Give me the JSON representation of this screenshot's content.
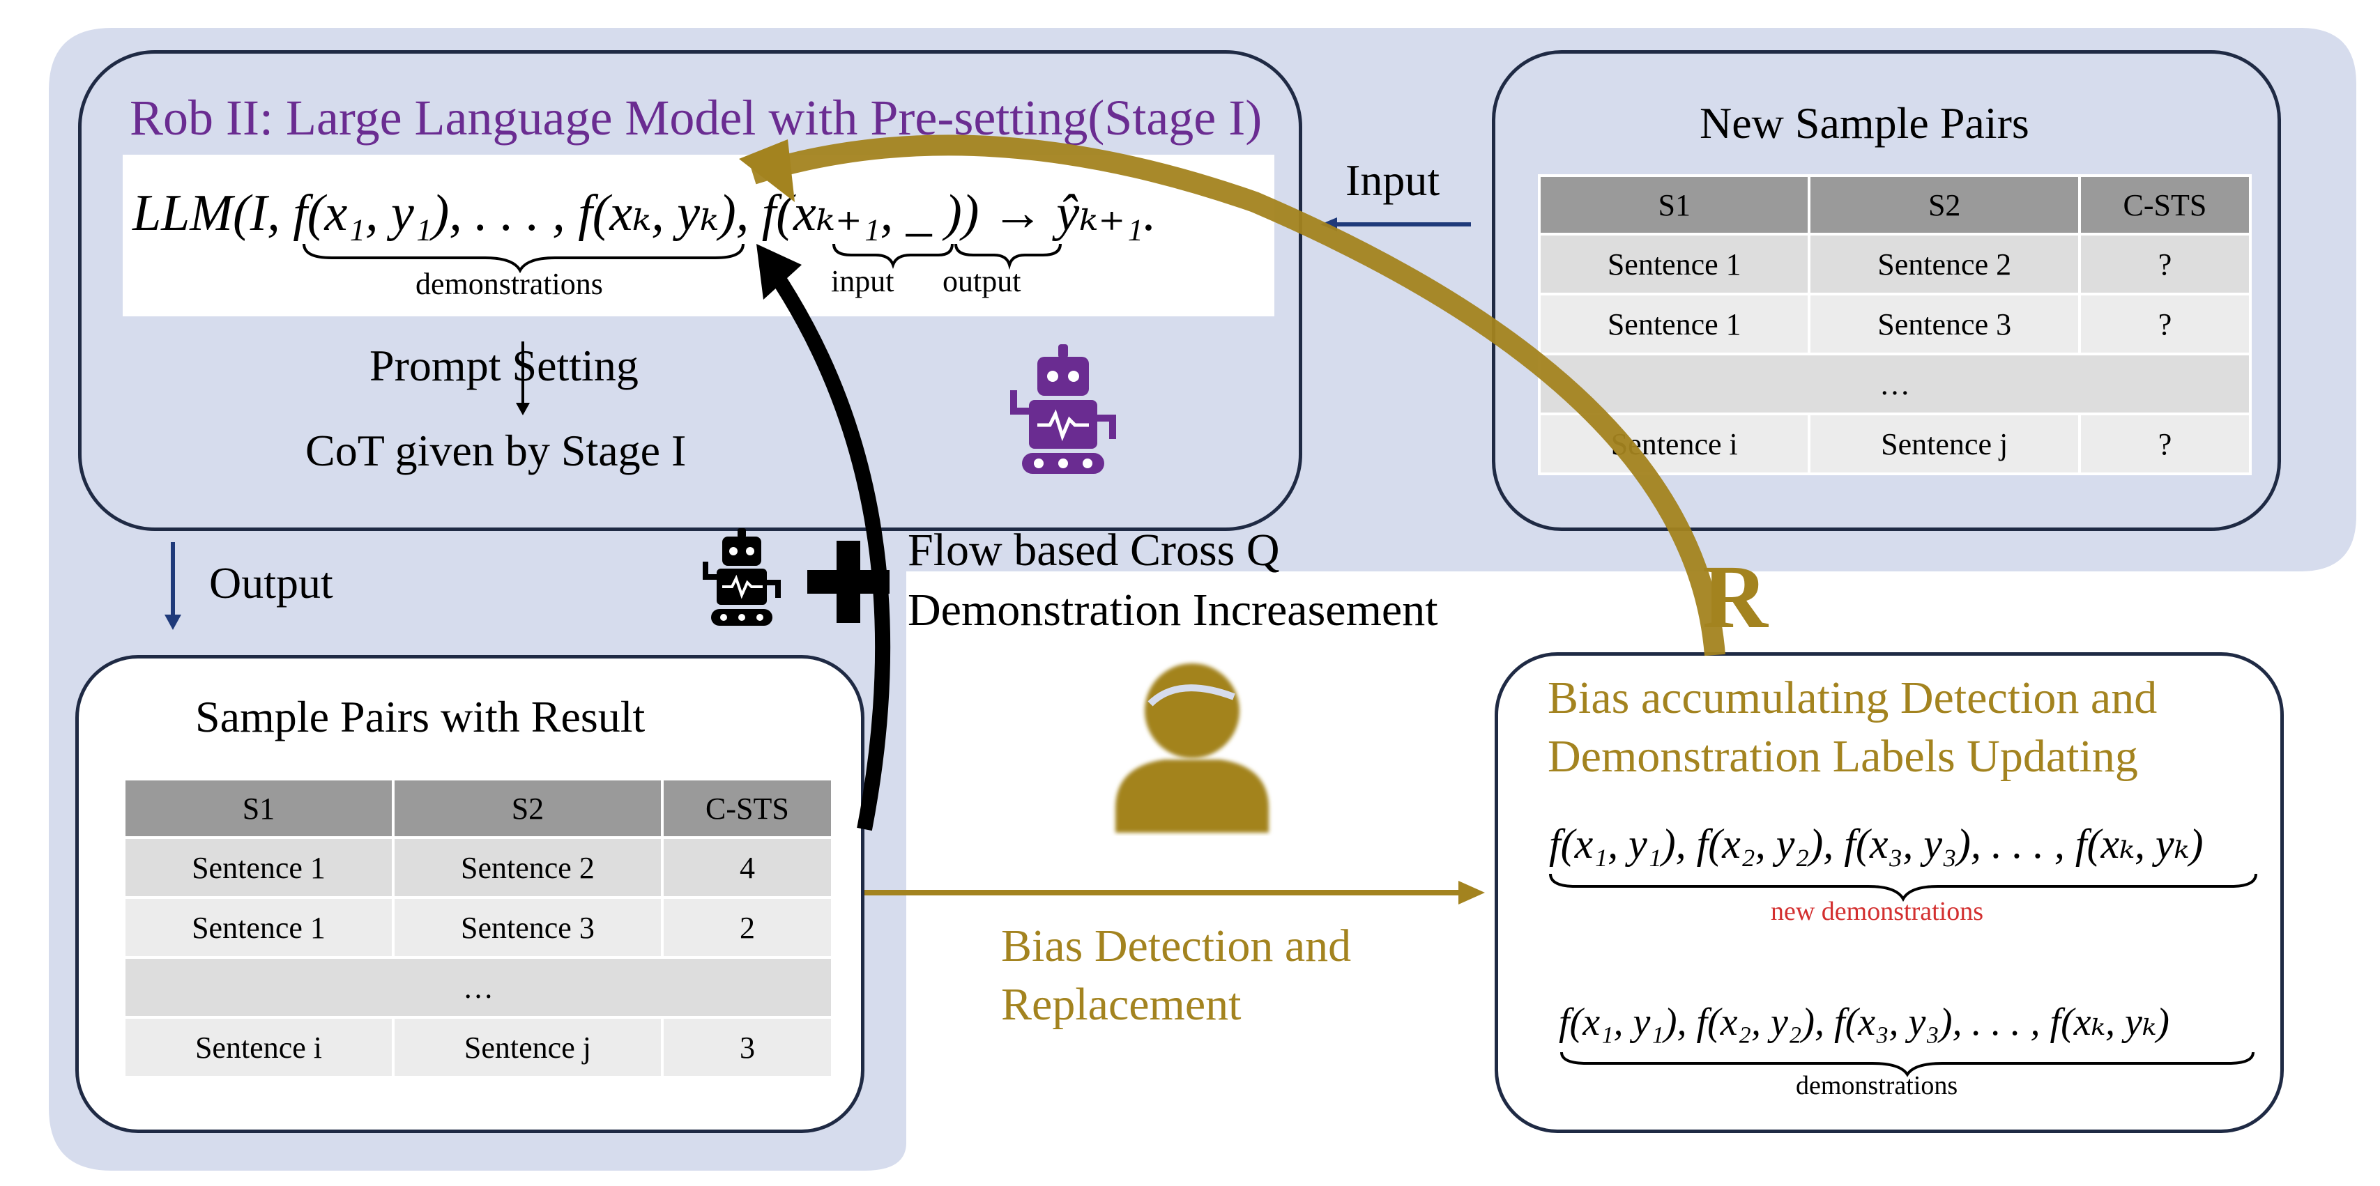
{
  "stage_box": {
    "title": "Rob II: Large Language Model with Pre-setting(Stage I)",
    "formula_main": "LLM(I, f(x₁, y₁), . . . , f(xₖ, yₖ), f(xₖ₊₁, _ )) → ŷₖ₊₁.",
    "formula_demonstrations": "demonstrations",
    "formula_input": "input",
    "formula_output": "output",
    "prompt_setting": "Prompt Setting",
    "cot_label": "CoT given by Stage I"
  },
  "new_pairs_box": {
    "title": "New Sample Pairs",
    "headers": [
      "S1",
      "S2",
      "C-STS"
    ],
    "rows": [
      [
        "Sentence 1",
        "Sentence 2",
        "?"
      ],
      [
        "Sentence 1",
        "Sentence 3",
        "?"
      ],
      [
        "…"
      ],
      [
        "Sentence i",
        "Sentence j",
        "?"
      ]
    ]
  },
  "input_label": "Input",
  "output_label": "Output",
  "flow_label_line1": "Flow based Cross Q",
  "flow_label_line2": "Demonstration Increasement",
  "result_box": {
    "title": "Sample Pairs with Result",
    "headers": [
      "S1",
      "S2",
      "C-STS"
    ],
    "rows": [
      [
        "Sentence 1",
        "Sentence 2",
        "4"
      ],
      [
        "Sentence 1",
        "Sentence 3",
        "2"
      ],
      [
        "…"
      ],
      [
        "Sentence i",
        "Sentence j",
        "3"
      ]
    ]
  },
  "bias_detection_label_line1": "Bias Detection and",
  "bias_detection_label_line2": "Replacement",
  "r_label": "R",
  "bias_box": {
    "title_line1": "Bias accumulating Detection and",
    "title_line2": "Demonstration Labels Updating",
    "new_demo_formula": "f(x₁, y₁), f(x₂, y₂), f(x₃, y₃), . . . , f(xₖ, yₖ)",
    "new_demo_label": "new demonstrations",
    "demo_formula": "f(x₁, y₁), f(x₂, y₂), f(x₃, y₃), . . . , f(xₖ, yₖ)",
    "demo_label": "demonstrations"
  },
  "colors": {
    "background_panel": "#d6dced",
    "gold": "#a3831f",
    "purple": "#6a2c91",
    "red": "#d32f2f",
    "box_border": "#1f2a44"
  },
  "icons": [
    "robot-icon",
    "person-icon",
    "plus-icon"
  ]
}
